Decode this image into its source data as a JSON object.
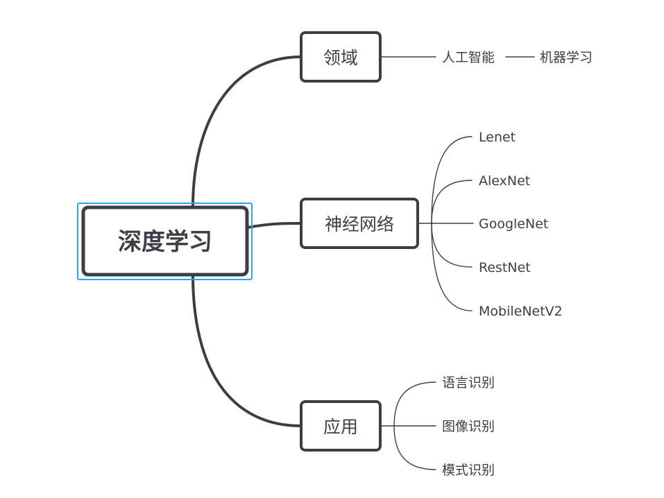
{
  "root": {
    "label": "深度学习"
  },
  "branches": [
    {
      "label": "领域",
      "leaves": [
        "人工智能",
        "机器学习"
      ]
    },
    {
      "label": "神经网络",
      "leaves": [
        "Lenet",
        "AlexNet",
        "GoogleNet",
        "RestNet",
        "MobileNetV2"
      ]
    },
    {
      "label": "应用",
      "leaves": [
        "语言识别",
        "图像识别",
        "模式识别"
      ]
    }
  ],
  "colors": {
    "line": "#3a3f46",
    "text": "#3a3f46",
    "selection": "#29a6e8",
    "background": "#ffffff"
  }
}
